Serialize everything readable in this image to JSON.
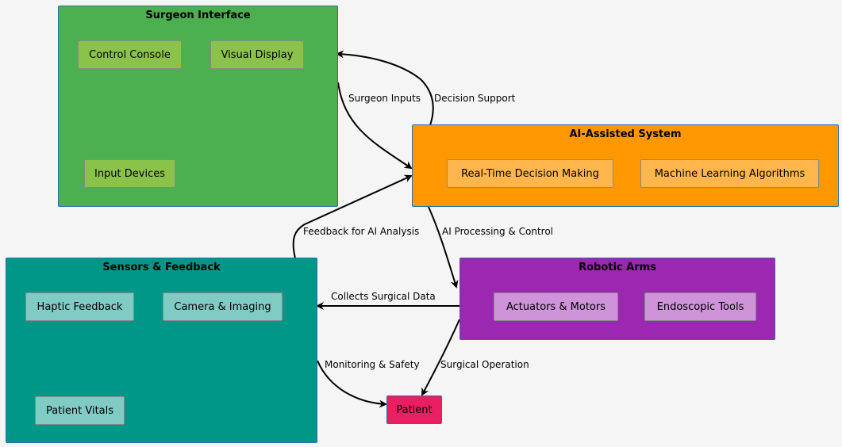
{
  "colors": {
    "background": "#f5f5f5",
    "surgeon": "#4caf50",
    "surgeon_node": "#8bc34a",
    "ai": "#ff9800",
    "ai_node": "#ffb74d",
    "robotic": "#9c27b0",
    "robotic_node": "#ce93d8",
    "sensors": "#009688",
    "sensors_node": "#80cbc4",
    "patient": "#e91e63",
    "arrow": "#000000"
  },
  "groups": {
    "surgeon": {
      "title": "Surgeon Interface",
      "nodes": [
        "Control Console",
        "Visual Display",
        "Input Devices"
      ]
    },
    "ai": {
      "title": "AI-Assisted System",
      "nodes": [
        "Real-Time Decision Making",
        "Machine Learning Algorithms"
      ]
    },
    "robotic": {
      "title": "Robotic Arms",
      "nodes": [
        "Actuators & Motors",
        "Endoscopic Tools"
      ]
    },
    "sensors": {
      "title": "Sensors & Feedback",
      "nodes": [
        "Haptic Feedback",
        "Camera & Imaging",
        "Patient Vitals"
      ]
    }
  },
  "patient": "Patient",
  "edges": {
    "surgeon_inputs": "Surgeon Inputs",
    "decision_support": "Decision Support",
    "feedback_ai": "Feedback for AI Analysis",
    "ai_processing": "AI Processing & Control",
    "collects_data": "Collects Surgical Data",
    "monitoring": "Monitoring & Safety",
    "surgical_operation": "Surgical Operation"
  }
}
